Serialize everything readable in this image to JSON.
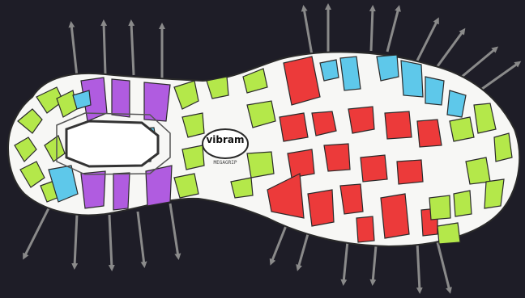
{
  "image": {
    "background_color": "#1e1d27",
    "sole_color": "#f7f7f5",
    "outline_color": "#2a2a2a",
    "arrow_color": "#8a8a8a"
  },
  "zones": [
    {
      "name": "green-zone",
      "color": "#b4e84a"
    },
    {
      "name": "purple-zone",
      "color": "#b05ce0"
    },
    {
      "name": "blue-zone",
      "color": "#5ec8ea"
    },
    {
      "name": "red-zone",
      "color": "#ec3a3a"
    }
  ],
  "logo": {
    "brand": "vibram",
    "subtext": "MEGAGRIP"
  }
}
